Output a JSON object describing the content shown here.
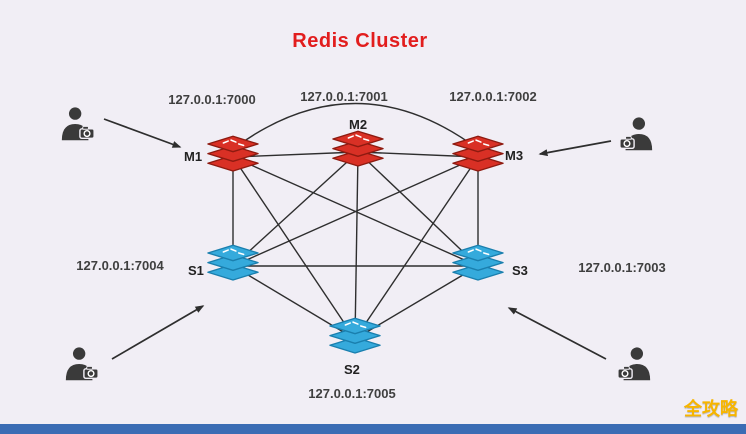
{
  "title": "Redis Cluster",
  "watermark": "全攻略",
  "colors": {
    "background": "#f1eef5",
    "title": "#e21d1d",
    "master_fill": "#d93025",
    "master_stroke": "#8e1a10",
    "slave_fill": "#35aadc",
    "slave_stroke": "#1a7fae",
    "line": "#2e2e2e",
    "bottom_bar": "#3b6cb4",
    "watermark": "#f7b500"
  },
  "nodes": [
    {
      "id": "M1",
      "label": "M1",
      "address": "127.0.0.1:7000",
      "role": "master"
    },
    {
      "id": "M2",
      "label": "M2",
      "address": "127.0.0.1:7001",
      "role": "master"
    },
    {
      "id": "M3",
      "label": "M3",
      "address": "127.0.0.1:7002",
      "role": "master"
    },
    {
      "id": "S1",
      "label": "S1",
      "address": "127.0.0.1:7004",
      "role": "slave"
    },
    {
      "id": "S3",
      "label": "S3",
      "address": "127.0.0.1:7003",
      "role": "slave"
    },
    {
      "id": "S2",
      "label": "S2",
      "address": "127.0.0.1:7005",
      "role": "slave"
    }
  ],
  "edges": [
    [
      "M1",
      "M2"
    ],
    [
      "M2",
      "M3"
    ],
    [
      "M1",
      "S1"
    ],
    [
      "M1",
      "S2"
    ],
    [
      "M1",
      "S3"
    ],
    [
      "M2",
      "S1"
    ],
    [
      "M2",
      "S2"
    ],
    [
      "M2",
      "S3"
    ],
    [
      "M3",
      "S1"
    ],
    [
      "M3",
      "S2"
    ],
    [
      "M3",
      "S3"
    ],
    [
      "S1",
      "S2"
    ],
    [
      "S1",
      "S3"
    ],
    [
      "S2",
      "S3"
    ]
  ],
  "curved_edges": [
    [
      "M1",
      "M3"
    ]
  ],
  "clients": [
    {
      "id": "C1",
      "target": "M1"
    },
    {
      "id": "C2",
      "target": "M3"
    },
    {
      "id": "C3",
      "target": "S1"
    },
    {
      "id": "C4",
      "target": "S3"
    }
  ]
}
